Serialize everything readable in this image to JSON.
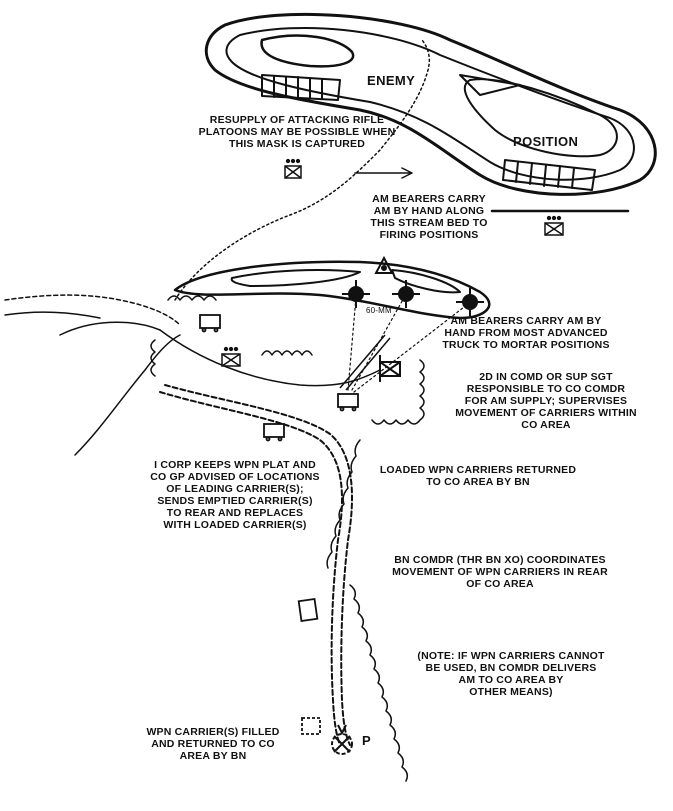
{
  "labels": {
    "enemy": "ENEMY",
    "position": "POSITION",
    "resupply": "RESUPPLY OF ATTACKING RIFLE\nPLATOONS MAY BE POSSIBLE WHEN\nTHIS MASK IS CAPTURED",
    "stream_bed": "AM BEARERS CARRY\nAM BY HAND ALONG\nTHIS STREAM BED TO\nFIRING POSITIONS",
    "mortar_caliber": "60-MM",
    "bearers_truck": "AM BEARERS CARRY AM BY\nHAND FROM MOST ADVANCED\nTRUCK TO MORTAR POSITIONS",
    "second_in_command": "2D IN COMD OR SUP SGT\nRESPONSIBLE TO CO COMDR\nFOR AM SUPPLY; SUPERVISES\nMOVEMENT OF CARRIERS WITHIN\nCO AREA",
    "i_corp": "I CORP KEEPS WPN PLAT AND\nCO GP ADVISED OF LOCATIONS\nOF LEADING CARRIER(S);\nSENDS EMPTIED CARRIER(S)\nTO REAR AND REPLACES\nWITH LOADED CARRIER(S)",
    "loaded_returned": "LOADED WPN CARRIERS RETURNED\nTO CO AREA BY BN",
    "bn_comdr": "BN COMDR (THR BN XO) COORDINATES\nMOVEMENT OF WPN CARRIERS IN REAR\nOF CO AREA",
    "note": "(NOTE: IF WPN CARRIERS CANNOT\nBE USED, BN COMDR DELIVERS\nAM TO CO AREA BY\nOTHER MEANS)",
    "filled": "WPN CARRIER(S) FILLED\nAND RETURNED TO CO\nAREA BY BN",
    "ammo_point_mark": "P"
  }
}
